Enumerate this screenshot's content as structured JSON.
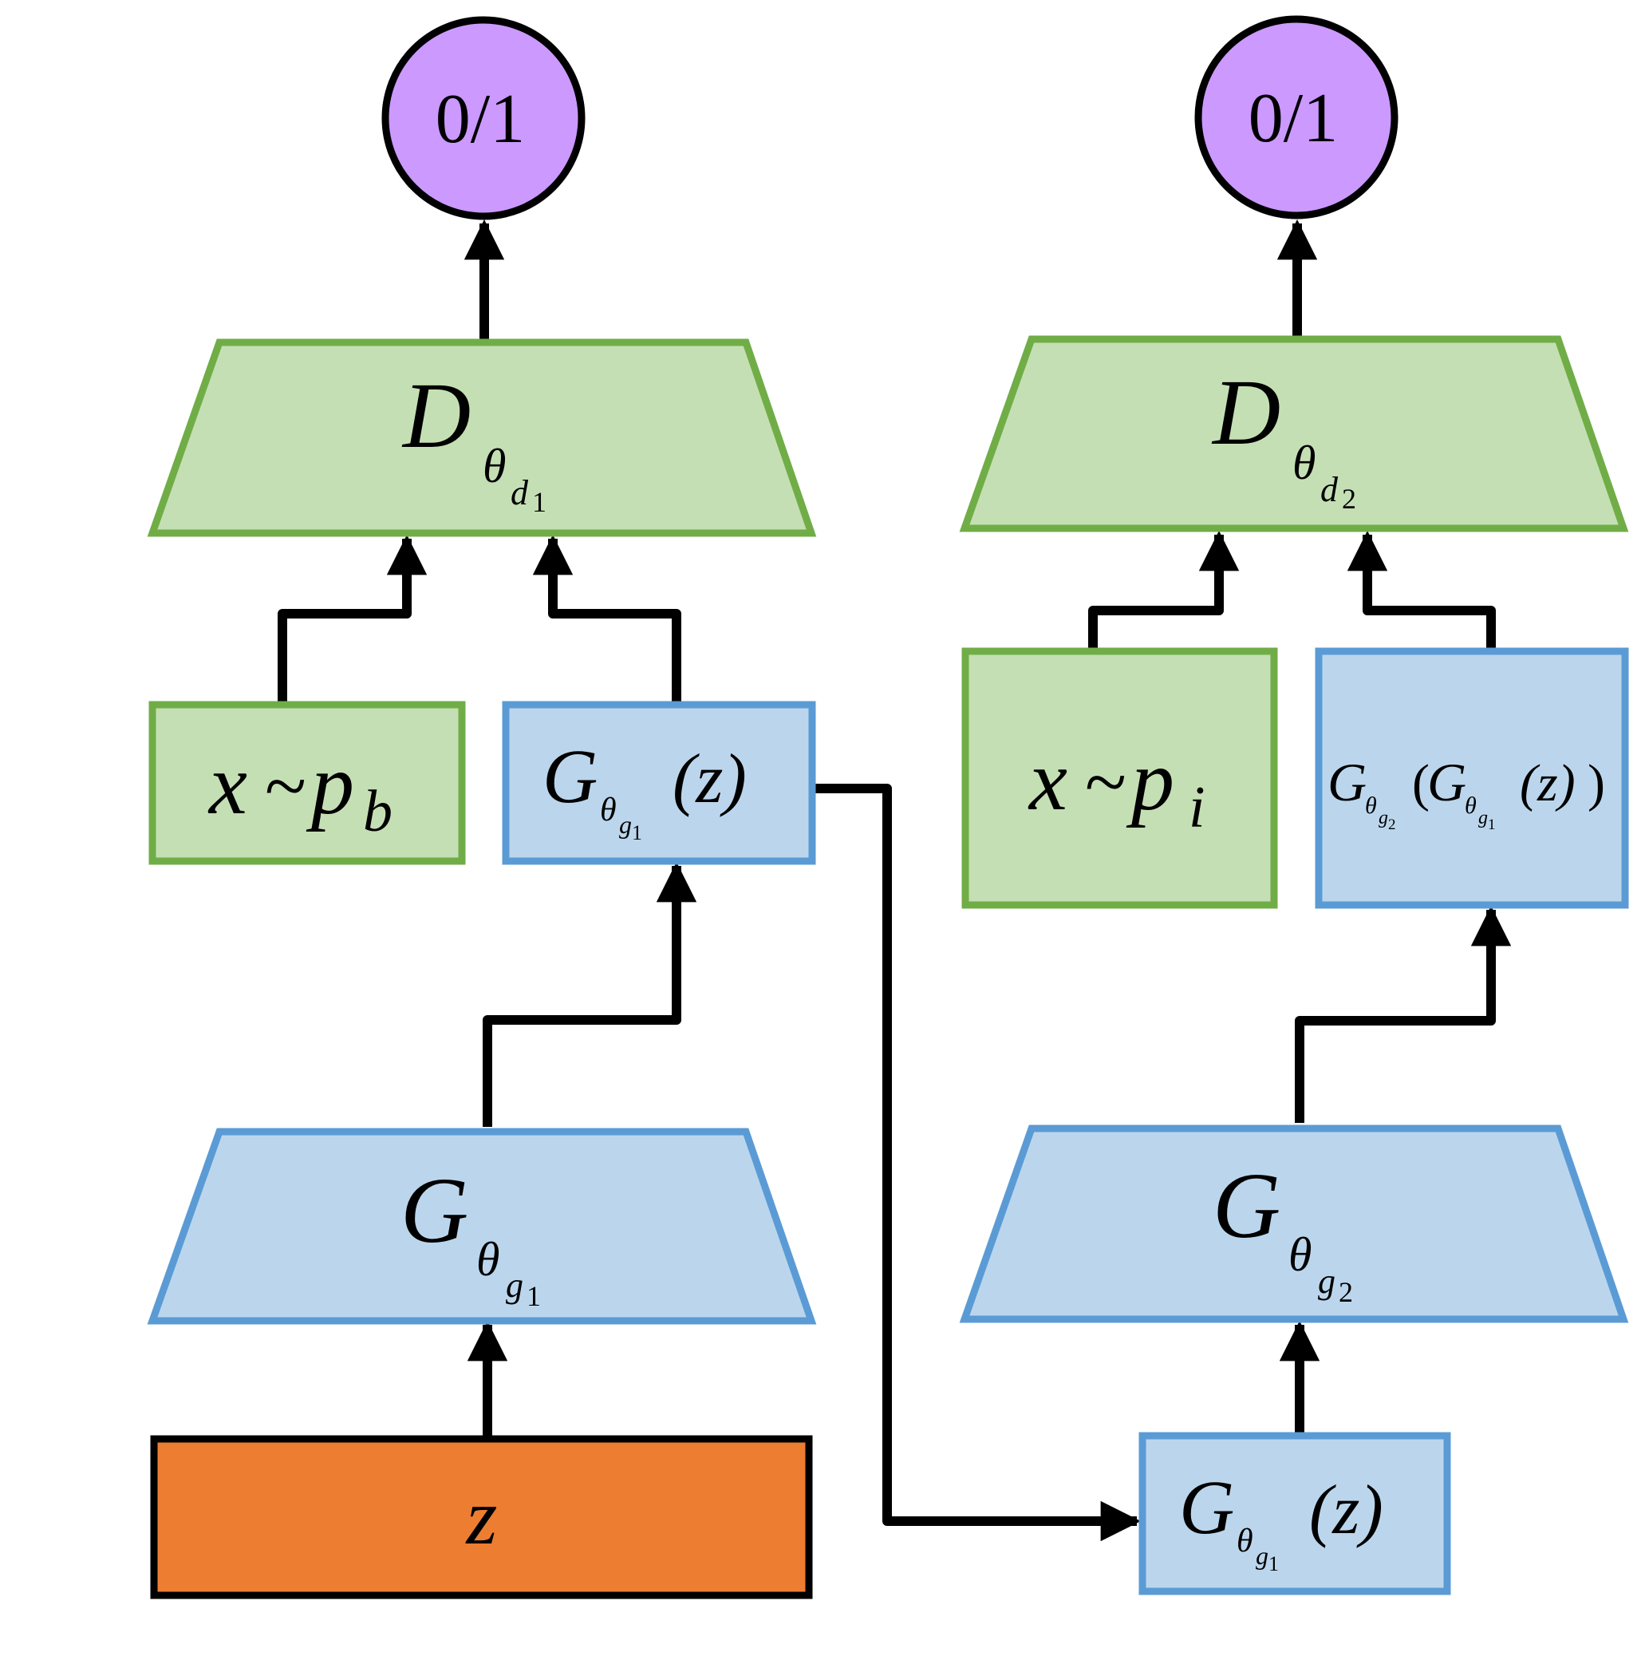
{
  "colors": {
    "discriminator_fill": "#c5dfb4",
    "discriminator_stroke": "#70ad47",
    "generator_fill": "#bbd6ec",
    "generator_stroke": "#5b9bd5",
    "noise_fill": "#ed7d31",
    "output_fill": "#cc99ff",
    "line": "#000000"
  },
  "left": {
    "output": {
      "label": "0/1"
    },
    "discriminator": {
      "symbol": "D",
      "sub": "θ",
      "subsub": "d",
      "subsubidx": "1"
    },
    "real": {
      "x": "x",
      "tilde": "~",
      "p": "p",
      "sub": "b"
    },
    "gen_output": {
      "symbol": "G",
      "sub": "θ",
      "subsub": "g",
      "subsubidx": "1",
      "arg": "(z)"
    },
    "generator": {
      "symbol": "G",
      "sub": "θ",
      "subsub": "g",
      "subsubidx": "1"
    },
    "noise": {
      "label": "z"
    }
  },
  "right": {
    "output": {
      "label": "0/1"
    },
    "discriminator": {
      "symbol": "D",
      "sub": "θ",
      "subsub": "d",
      "subsubidx": "2"
    },
    "real": {
      "x": "x",
      "tilde": "~",
      "p": "p",
      "sub": "i"
    },
    "gen_output": {
      "outer_symbol": "G",
      "outer_sub": "θ",
      "outer_subsub": "g",
      "outer_subsubidx": "2",
      "open": "(",
      "inner_symbol": "G",
      "inner_sub": "θ",
      "inner_subsub": "g",
      "inner_subsubidx": "1",
      "arg": "(z)",
      "close": ")"
    },
    "generator": {
      "symbol": "G",
      "sub": "θ",
      "subsub": "g",
      "subsubidx": "2"
    },
    "input": {
      "symbol": "G",
      "sub": "θ",
      "subsub": "g",
      "subsubidx": "1",
      "arg": "(z)"
    }
  }
}
